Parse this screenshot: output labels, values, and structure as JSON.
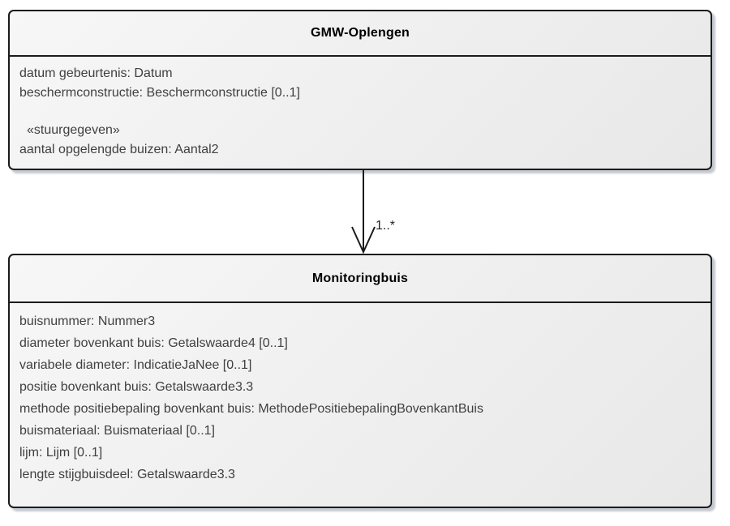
{
  "colors": {
    "line": "#1b1b1b",
    "fill-light": "#f7f7f7",
    "fill-dark": "#e8e8e8",
    "shadow": "rgba(150,156,172,0.55)",
    "title-text": "#000000",
    "attr-text": "#404040"
  },
  "classes": {
    "gmw_oplengen": {
      "title": "GMW-Oplengen",
      "attributes": [
        "datum gebeurtenis: Datum",
        "beschermconstructie: Beschermconstructie [0..1]"
      ],
      "stereotype": "«stuurgegeven»",
      "stereotype_attributes": [
        "aantal opgelengde buizen: Aantal2"
      ]
    },
    "monitoringbuis": {
      "title": "Monitoringbuis",
      "attributes": [
        "buisnummer: Nummer3",
        "diameter bovenkant buis: Getalswaarde4 [0..1]",
        "variabele diameter: IndicatieJaNee [0..1]",
        "positie bovenkant buis: Getalswaarde3.3",
        "methode positiebepaling bovenkant buis: MethodePositiebepalingBovenkantBuis",
        "buismateriaal: Buismateriaal [0..1]",
        "lijm: Lijm [0..1]",
        "lengte stijgbuisdeel: Getalswaarde3.3"
      ]
    }
  },
  "connector": {
    "from": "GMW-Oplengen",
    "to": "Monitoringbuis",
    "arrow_style": "open-arrowhead",
    "multiplicity": "1..*"
  }
}
